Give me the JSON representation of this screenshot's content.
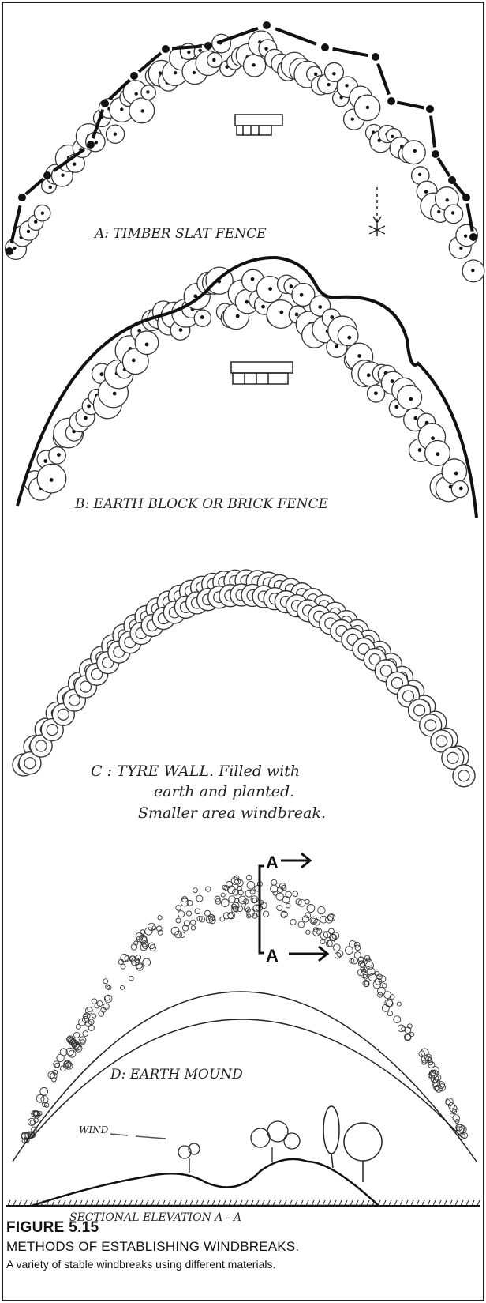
{
  "panels": {
    "a": {
      "label": "A: TIMBER SLAT FENCE"
    },
    "b": {
      "label": "B: EARTH BLOCK OR BRICK FENCE"
    },
    "c": {
      "label_line1": "C : TYRE WALL. Filled with",
      "label_line2": "earth and planted.",
      "label_line3": "Smaller area windbreak."
    },
    "d": {
      "label": "D: EARTH MOUND",
      "section_mark": "A",
      "wind_label": "WIND",
      "section_label": "SECTIONAL ELEVATION A - A"
    }
  },
  "caption": {
    "figure_number": "FIGURE 5.15",
    "title": "METHODS OF ESTABLISHING WINDBREAKS.",
    "description": "A variety of stable windbreaks using different materials."
  }
}
